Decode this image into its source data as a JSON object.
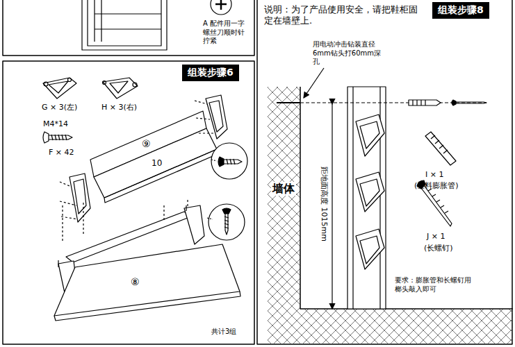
{
  "diagram": {
    "nodes": [
      {
        "text": [
          "组装步骤6"
        ]
      },
      {
        "text": [
          "组装步骤8"
        ]
      }
    ],
    "labels": [
      "A 配件用一字螺丝刀顺时针拧紧",
      "G × 3(左)",
      "H × 3(右)",
      "M4*14",
      "F × 42",
      "⑨",
      "10",
      "⑧",
      "共计3组",
      "说明：为了产品使用安全，请把鞋柜固定在墙壁上.",
      "用电动冲击钻装直径6mm钻头打60mm深孔",
      "墙体",
      "距地面高度 1015mm",
      "I × 1",
      "(塑料膨胀管)",
      "J × 1",
      "(长螺钉)",
      "要求：膨胀管和长螺钉用榔头敲入即可"
    ]
  }
}
